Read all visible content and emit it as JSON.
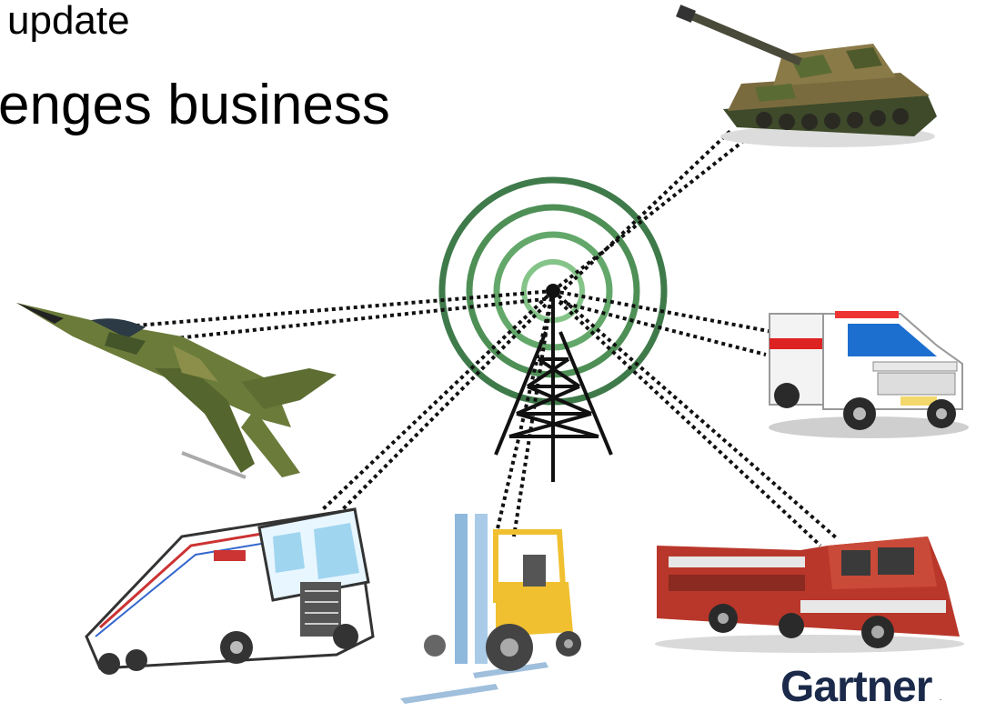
{
  "slide": {
    "line1": "update",
    "line2": "enges business"
  },
  "brand": {
    "name": "Gartner",
    "mark": "."
  },
  "colors": {
    "ring_dark": "#3f7a4a",
    "ring_light": "#7bbf7f",
    "link": "#111111",
    "brand": "#1b2a4a"
  },
  "icons": [
    "tank-icon",
    "jet-fighter-icon",
    "ambulance-icon",
    "semi-truck-icon",
    "forklift-icon",
    "fire-truck-icon",
    "radio-tower-icon",
    "signal-rings-icon"
  ]
}
